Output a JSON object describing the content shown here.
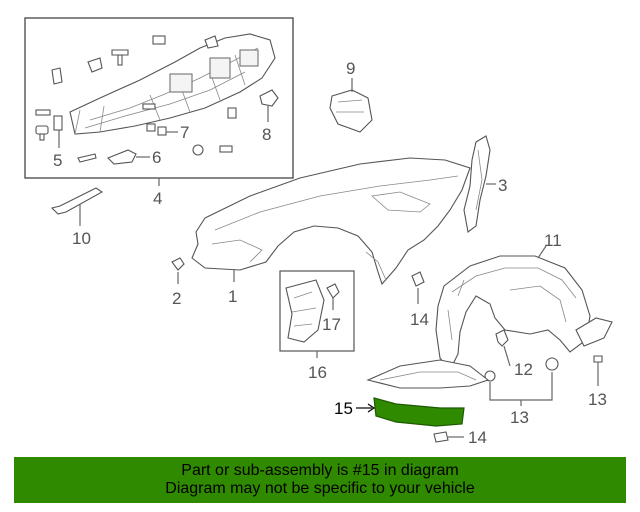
{
  "callouts": {
    "c1": "1",
    "c2": "2",
    "c3": "3",
    "c4": "4",
    "c5": "5",
    "c6": "6",
    "c7": "7",
    "c8": "8",
    "c9": "9",
    "c10": "10",
    "c11": "11",
    "c12": "12",
    "c13": "13",
    "c13b": "13",
    "c14": "14",
    "c14b": "14",
    "c15": "15",
    "c16": "16",
    "c17": "17"
  },
  "banner": {
    "line1": "Part or sub-assembly is #15 in diagram",
    "line2": "Diagram may not be specific to your vehicle"
  },
  "colors": {
    "highlight_part": "#2f8a00",
    "banner_bg": "#2f8a00"
  }
}
